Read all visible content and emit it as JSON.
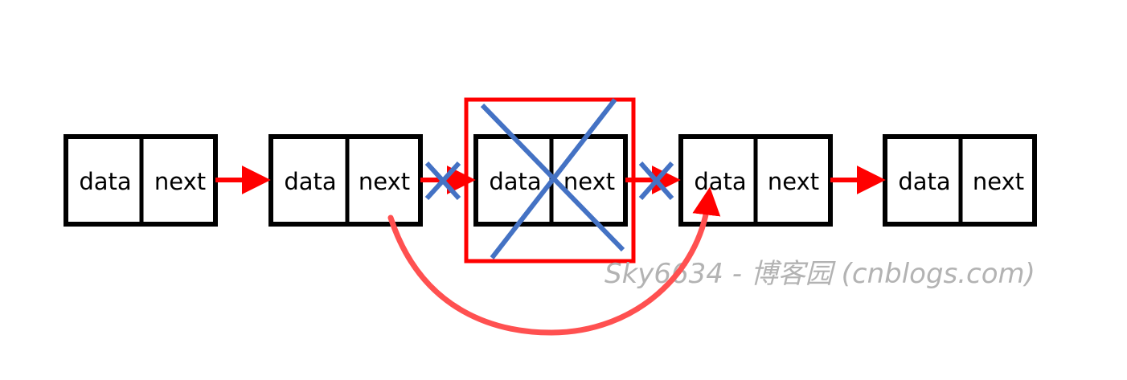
{
  "nodes": [
    {
      "data_label": "data",
      "next_label": "next"
    },
    {
      "data_label": "data",
      "next_label": "next"
    },
    {
      "data_label": "data",
      "next_label": "next"
    },
    {
      "data_label": "data",
      "next_label": "next"
    },
    {
      "data_label": "data",
      "next_label": "next"
    }
  ],
  "deleted_node_index": 2,
  "watermark": "Sky6634 - 博客园 (cnblogs.com)",
  "colors": {
    "box_stroke": "#000000",
    "link_arrow": "#ff0000",
    "bypass_arc": "#ff5050",
    "highlight_box": "#ff0000",
    "cross_mark": "#4472c4",
    "watermark": "#b3b3b3"
  }
}
